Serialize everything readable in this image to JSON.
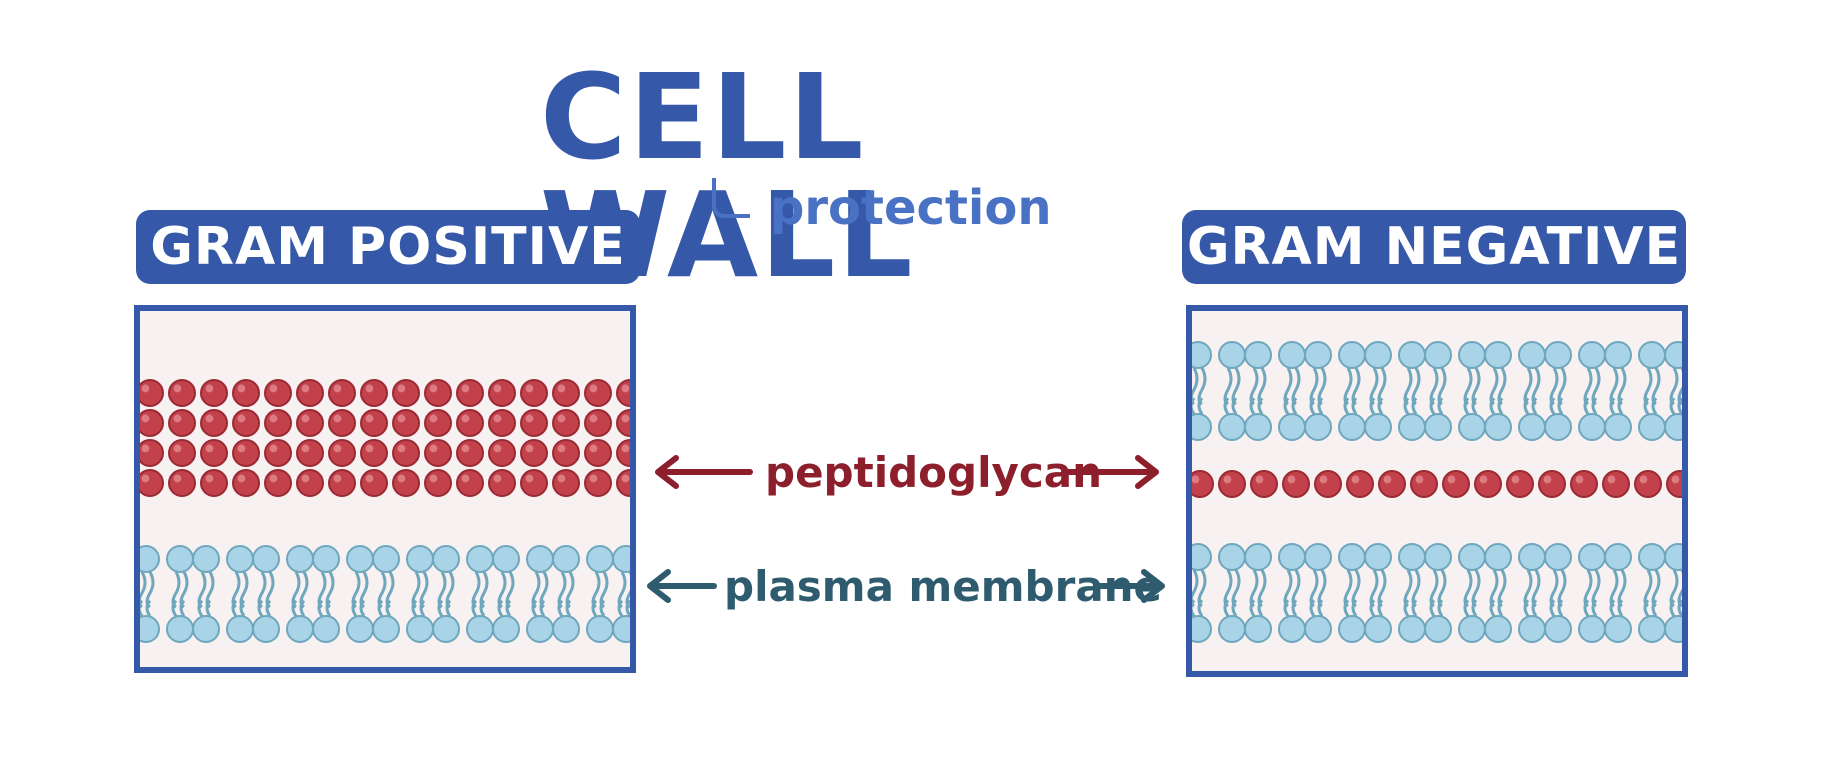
{
  "title": "CELL WALL",
  "subtitle": "protection",
  "left_panel": {
    "heading": "GRAM POSITIVE"
  },
  "right_panel": {
    "heading": "GRAM NEGATIVE"
  },
  "labels": {
    "peptidoglycan": "peptidoglycan",
    "plasma_membrane": "plasma membrane"
  },
  "colors": {
    "title_blue": "#3558a8",
    "subtitle_blue": "#4a72c4",
    "peptidoglycan_red": "#8c1f2b",
    "membrane_teal": "#2e5c6e",
    "bead_red": "#c2414b",
    "lipid_blue": "#a9d3e6"
  }
}
